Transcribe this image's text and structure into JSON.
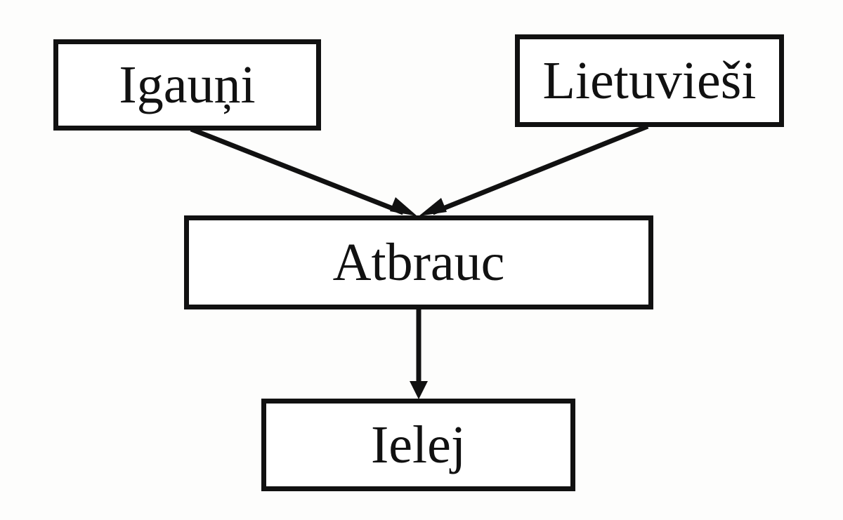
{
  "nodes": {
    "igauni": {
      "label": "Igauņi"
    },
    "lietuviesi": {
      "label": "Lietuvieši"
    },
    "atbrauc": {
      "label": "Atbrauc"
    },
    "ielej": {
      "label": "Ielej"
    }
  },
  "edges": [
    {
      "from": "igauni",
      "to": "atbrauc"
    },
    {
      "from": "lietuviesi",
      "to": "atbrauc"
    },
    {
      "from": "atbrauc",
      "to": "ielej"
    }
  ],
  "colors": {
    "stroke": "#111111",
    "background": "#fdfdfc"
  }
}
